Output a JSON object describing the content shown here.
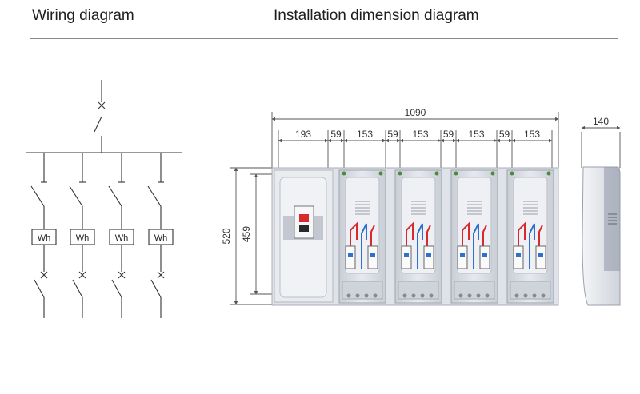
{
  "headings": {
    "wiring": "Wiring diagram",
    "installation": "Installation dimension diagram"
  },
  "wiring": {
    "meter_label": "Wh",
    "branch_count": 4
  },
  "dimensions": {
    "overall_width": "1090",
    "segments": [
      "193",
      "59",
      "153",
      "59",
      "153",
      "59",
      "153",
      "59",
      "153"
    ],
    "overall_height": "520",
    "inner_height": "459",
    "depth": "140"
  },
  "colors": {
    "line": "#333333",
    "dimension_line": "#555555",
    "enclosure": "#d9dde4",
    "wire_red": "#d8292f",
    "wire_blue": "#2f6fd0"
  }
}
